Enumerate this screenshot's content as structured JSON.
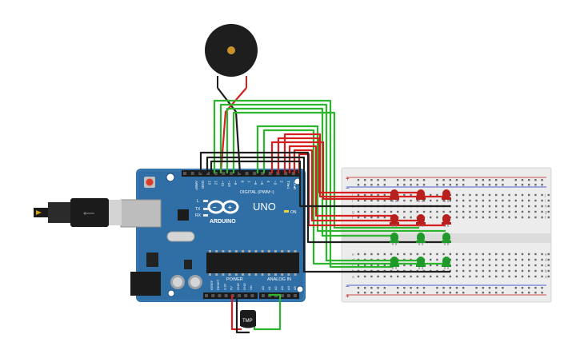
{
  "board": {
    "brand": "ARDUINO",
    "model": "UNO",
    "digital_header": "DIGITAL (PWM~)",
    "power_header": "POWER",
    "analog_header": "ANALOG IN",
    "on_label": "ON",
    "l_label": "L",
    "tx_label": "TX",
    "rx_label": "RX",
    "aref_label": "AREF",
    "gnd_label": "GND",
    "digital_pins": [
      "13",
      "12",
      "~11",
      "~10",
      "~9",
      "8",
      "7",
      "~6",
      "~5",
      "4",
      "~3",
      "2",
      "TX▸1",
      "RX◂0"
    ],
    "power_pins": [
      "IOREF",
      "RESET",
      "3.3V",
      "5V",
      "GND",
      "GND",
      "Vin"
    ],
    "analog_pins": [
      "A0",
      "A1",
      "A2",
      "A3",
      "A4",
      "A5"
    ]
  },
  "sensor": {
    "label": "TMP"
  },
  "breadboard": {
    "columns": 30,
    "row_letters_top": [
      "j",
      "i",
      "h",
      "g",
      "f"
    ],
    "row_letters_bottom": [
      "e",
      "d",
      "c",
      "b",
      "a"
    ],
    "plus": "+",
    "minus": "−"
  },
  "leds": {
    "red_color": "#b8201e",
    "green_color": "#1f9a2a"
  },
  "wires": {
    "red": "#d62020",
    "green": "#2db52d",
    "black": "#1e1e1e"
  }
}
